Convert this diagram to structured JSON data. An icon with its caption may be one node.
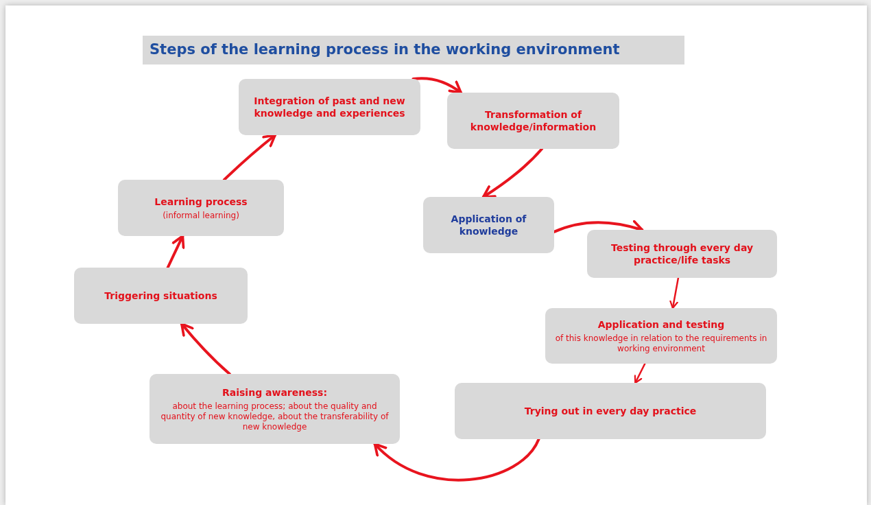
{
  "diagram": {
    "title": "Steps of the learning process in the working environment",
    "nodes": [
      {
        "text": [
          "Integration of past and new knowledge and experiences"
        ]
      },
      {
        "text": [
          "Transformation of knowledge/information"
        ]
      },
      {
        "text": [
          "Learning process",
          "(informal learning)"
        ]
      },
      {
        "text": [
          "Application of knowledge"
        ]
      },
      {
        "text": [
          "Testing through every day practice/life tasks"
        ]
      },
      {
        "text": [
          "Triggering situations"
        ]
      },
      {
        "text": [
          "Application and testing",
          "of this knowledge in relation to the requirements in working environment"
        ]
      },
      {
        "text": [
          "Raising awareness:",
          "about the learning process; about the quality and quantity of new knowledge, about the transferability of new knowledge"
        ]
      },
      {
        "text": [
          "Trying out in every day practice"
        ]
      }
    ],
    "edges": [
      {
        "from": 0,
        "to": 1,
        "arrow": "to"
      },
      {
        "from": 1,
        "to": 3,
        "arrow": "to"
      },
      {
        "from": 3,
        "to": 4,
        "arrow": "to"
      },
      {
        "from": 4,
        "to": 6,
        "arrow": "to"
      },
      {
        "from": 6,
        "to": 8,
        "arrow": "to"
      },
      {
        "from": 8,
        "to": 7,
        "arrow": "to"
      },
      {
        "from": 7,
        "to": 5,
        "arrow": "to"
      },
      {
        "from": 5,
        "to": 2,
        "arrow": "to"
      },
      {
        "from": 2,
        "to": 0,
        "arrow": "to"
      }
    ]
  }
}
